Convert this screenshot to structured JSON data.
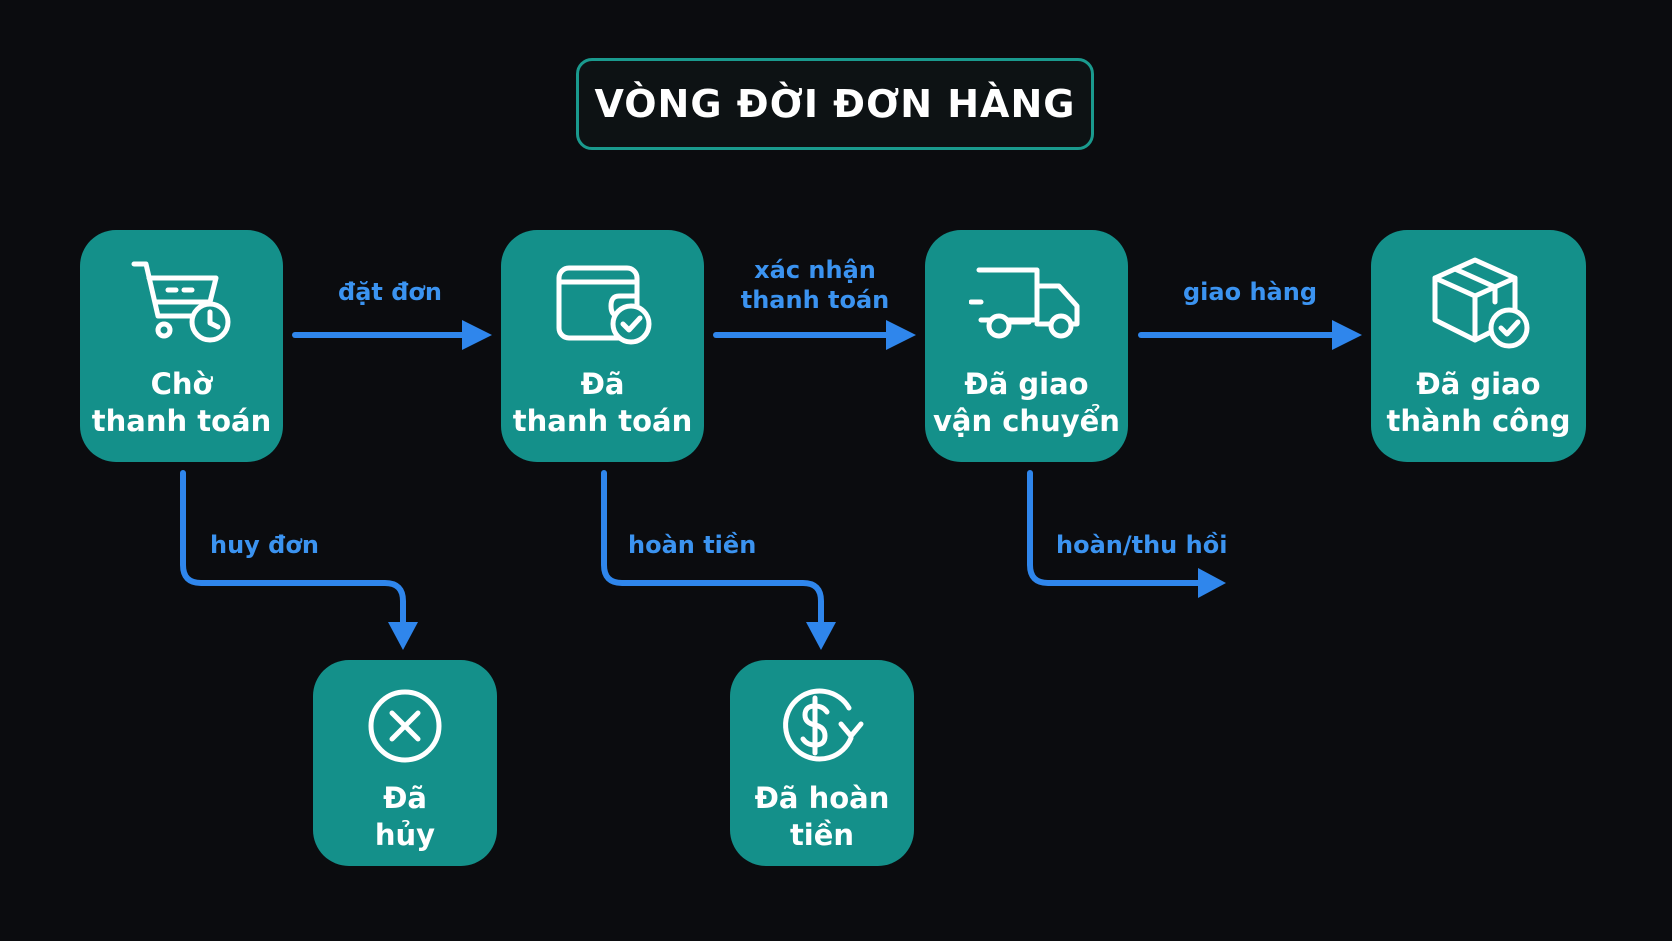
{
  "title": "VÒNG ĐỜI ĐƠN HÀNG",
  "colors": {
    "background": "#0b0c0f",
    "node": "#14908a",
    "arrow": "#2f86ec",
    "title_border": "#1a9a8e"
  },
  "nodes": {
    "cho_thanh_toan": {
      "line1": "Chờ",
      "line2": "thanh toán",
      "icon": "cart-clock-icon"
    },
    "da_thanh_toan": {
      "line1": "Đã",
      "line2": "thanh toán",
      "icon": "wallet-check-icon"
    },
    "da_giao_van_chuyen": {
      "line1": "Đã giao",
      "line2": "vận chuyển",
      "icon": "truck-icon"
    },
    "da_giao_thanh_cong": {
      "line1": "Đã giao",
      "line2": "thành công",
      "icon": "box-check-icon"
    },
    "da_huy": {
      "line1": "Đã",
      "line2": "hủy",
      "icon": "close-circle-icon"
    },
    "da_hoan_tien": {
      "line1": "Đã hoàn",
      "line2": "tiền",
      "icon": "dollar-refund-icon"
    }
  },
  "edges": {
    "dat_don": "đặt đơn",
    "xac_nhan_line1": "xác nhận",
    "xac_nhan_line2": "thanh toán",
    "giao_hang": "giao hàng",
    "huy_don": "huy đơn",
    "hoan_tien": "hoàn tiền",
    "hoan_thu_hoi": "hoàn/thu hồi"
  }
}
